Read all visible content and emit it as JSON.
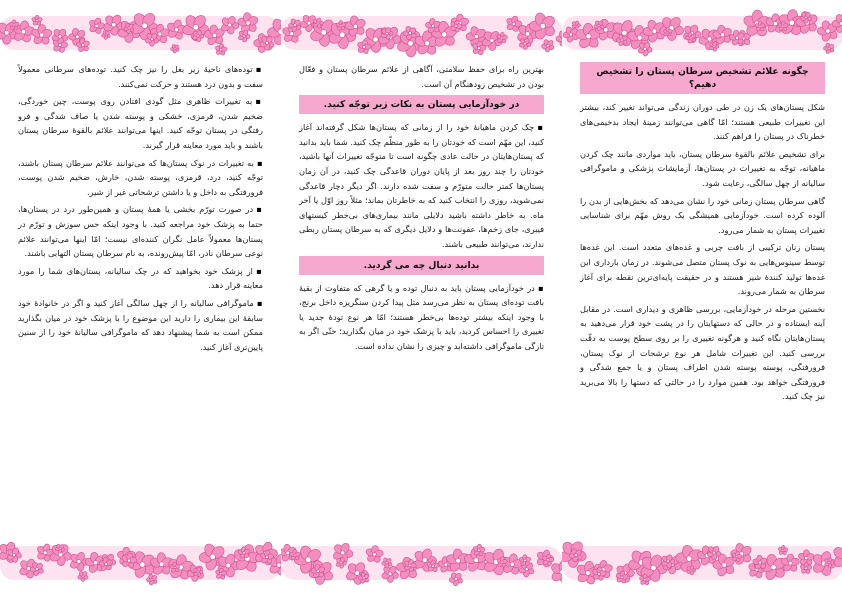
{
  "palette": {
    "heading_bg": "#f7a8cf",
    "flower_fill": "#f28fbf",
    "flower_edge": "#d2508f"
  },
  "decoration": {
    "border": "pink-floral-border"
  },
  "right": {
    "heading": "چگونه علائم تشخیص سرطان پستان را تشخیص دهیم؟",
    "paragraphs": [
      "شکل پستان‌های یک زن در طی دوران زندگی می‌تواند تغییر کند، بیشتر این تغییرات طبیعی هستند؛ امّا گاهی می‌توانند زمینهٔ ایجاد بدخیمی‌های خطرناک در پستان را فراهم کنند.",
      "برای تشخیص علائم بالقوهٔ سرطان پستان، باید مواردی مانند چک کردن ماهیانه، توجّه به تغییرات در پستان‌ها، آزمایشات پزشکی و ماموگرافی سالیانه از چهل سالگی، رعایت شود.",
      "گاهی سرطان پستان زمانی خود را نشان می‌دهد که بخش‌هایی از بدن را آلوده کرده است. خودآزمایی همیشگی یک روش مهّم برای شناسایی تغییرات پستان به شمار می‌رود.",
      "پستان زنان ترکیبی از بافت چربی و غده‌های متعدد است. این غده‌ها توسط سینوس‌هایی به نوک پستان متصل می‌شوند. در زمان بارداری این غده‌ها تولید کنندهٔ شیر هستند و در حقیقت پایه‌ای‌ترین نقطه برای آغاز سرطان به شمار می‌روند.",
      "نخستین مرحله در خودآزمایی، بررسی ظاهری و دیداری است. در مقابل آینه ایستاده و در حالی که دستهایتان را در پشت خود قرار می‌دهید به پستان‌هایتان نگاه کنید و هرگونه تغییری را بر روی سطح پوست به دقّت بررسی کنید. این تغییرات شامل هر نوع ترشحات از نوک پستان، فرورفتگی، پوسته پوسته شدن اطراف پستان و یا جمع شدگی و فرورفتگی خواهد بود. همین موارد را در حالتی که دستها را بالا می‌برید نیز چک کنید."
    ]
  },
  "middle": {
    "intro": "بهترین راه برای حفظ سلامتی، آگاهی از علائم سرطان پستان و فعّال بودن در تشخیص زودهنگام آن است.",
    "heading1": "در خودآزمایی پستان به نکات زیر توجّه کنید.",
    "paragraphs1": [
      "چک کردن ماهیانهٔ خود را از زمانی که پستان‌ها شکل گرفته‌اند آغاز کنید، این مهّم است که خودتان را به طور منظّم چک کنید. شما باید بدانید که پستان‌هایتان در حالت عادی چگونه است تا متوجّه تغییرات آنها باشید، خودتان را چند روز بعد از پایان دوران قاعدگی چک کنید، در آن زمان پستان‌ها کمتر حالت متورّم و سفت شده دارند. اگر دیگر دچار قاعدگی نمی‌شوید، روزی را انتخاب کنید که به خاطرتان بماند؛ مثلاً روز اوّل یا آخر ماه. به خاطر داشته باشید دلایلی مانند بیماری‌های بی‌خطر کیستهای فیبری، جای زخم‌ها، عفونت‌ها و دلایل دیگری که به سرطان پستان ربطی ندارند، می‌توانند طبیعی باشند."
    ],
    "heading2": "بدانید دنبال چه می گردید.",
    "paragraphs2": [
      "در خودآزمایی پستان باید به دنبال توده و یا گرهی که متفاوت از بقیهٔ بافت توده‌ای پستان به نظر می‌رسد مثل پیدا کردن سنگریزه داخل برنج، با وجود اینکه بیشتر توده‌ها بی‌خطر هستند؛ امّا هر نوع تودهٔ جدید یا تغییری را احساس کردید، باید با پزشک خود در میان بگذارید؛ حتّی اگر به تازگی ماموگرافی داشته‌اید و چیزی را نشان نداده است."
    ]
  },
  "left": {
    "bullets": [
      "توده‌های ناحیهٔ زیر بغل را نیز چک کنید. توده‌های سرطانی معمولاً سفت و بدون درد هستند و حرکت نمی‌کنند.",
      "به تغییرات ظاهری مثل گودی افتادن روی پوست، چین خوردگی، ضخیم شدن، قرمزی، خشکی و پوسته شدن یا صاف شدگی و فرو رفتگی در پستان توجّه کنید. اینها می‌توانند علائم بالقوهٔ سرطان پستان باشند و باید مورد معاینه قرار گیرند.",
      "به تغییرات در نوک پستان‌ها که می‌توانند علائم سرطان پستان باشند، توجّه کنید، درد، قرمزی، پوسته شدن، خارش، ضخیم شدن پوست، فرورفتگی به داخل و یا داشتن ترشحاتی غیر از شیر.",
      "در صورت تورّم بخشی یا همهٔ پستان و همین‌طور درد در پستان‌ها، حتما به پزشک خود مراجعه کنید. با وجود اینکه حس سوزش و تورّم در پستان‌ها معمولاً عامل نگران کننده‌ای نیست؛ امّا اینها می‌توانند علائم نوعی سرطان نادر، امّا پیش‌رونده، به نام سرطان پستان التهابی باشند.",
      "از پزشک خود بخواهید که در چک سالیانه، پستان‌های شما را مورد معاینه قرار دهد.",
      "ماموگرافی سالیانه را از چهل سالگی آغاز کنید و اگر در خانوادهٔ خود سابقهٔ این بیماری را دارید این موضوع را با پزشک خود در میان بگذارید ممکن است به شما پیشنهاد دهد که ماموگرافی سالیانهٔ خود را از سنین پایین‌تری آغاز کنید."
    ]
  }
}
